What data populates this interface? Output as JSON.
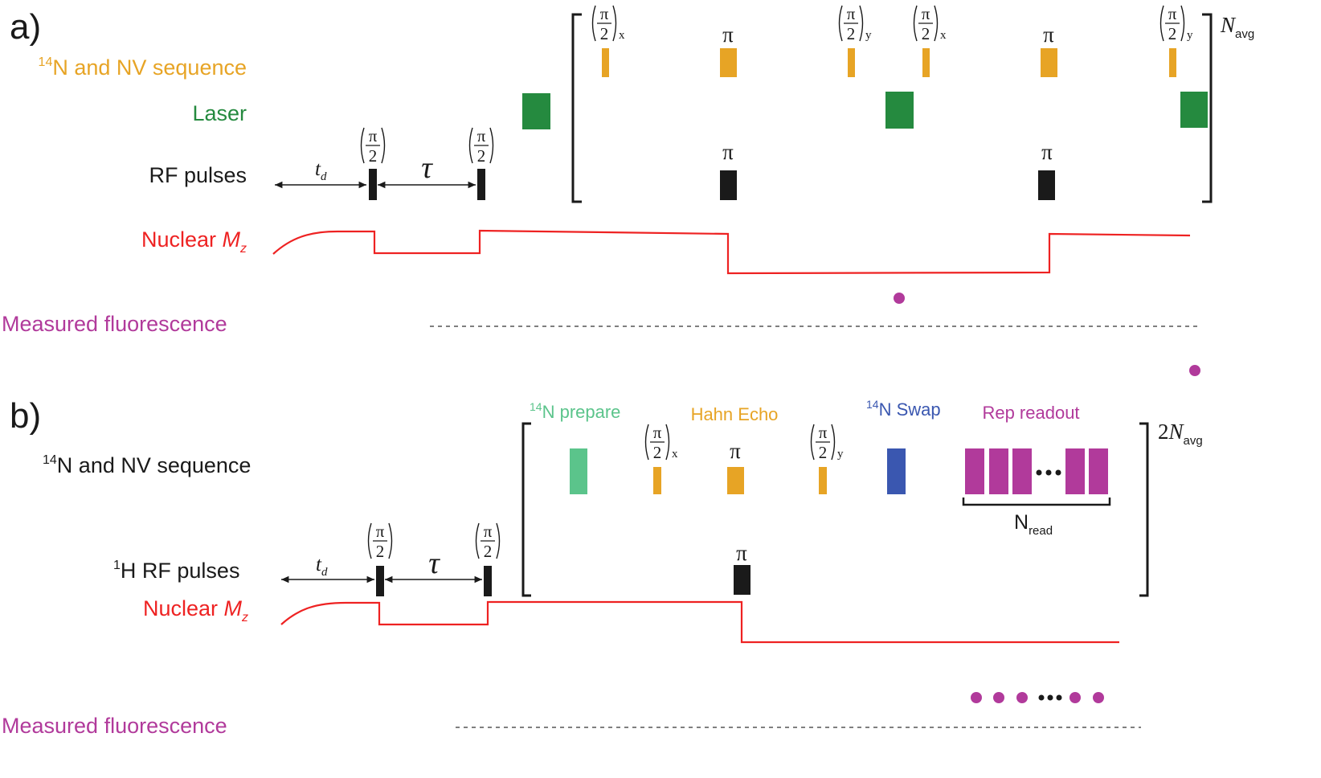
{
  "colors": {
    "orange": "#E7A425",
    "green": "#258A3F",
    "black": "#1a1a1a",
    "red": "#EE2222",
    "magenta": "#B13A9B",
    "light_green": "#5BC48B",
    "blue": "#3A57B0"
  },
  "panel_a": {
    "label": "a)",
    "row_nv": {
      "sup": "14",
      "text": "N and NV sequence"
    },
    "row_laser": "Laser",
    "row_rf": "RF pulses",
    "row_mz": {
      "text": "Nuclear ",
      "italic": "M",
      "sub": "z"
    },
    "row_fluor": "Measured fluorescence",
    "td": {
      "main": "t",
      "sub": "d"
    },
    "tau": "τ",
    "pi": "π",
    "half_pi": {
      "num": "π",
      "den": "2"
    },
    "phase_x": "x",
    "phase_y": "y",
    "repeat": {
      "main": "N",
      "sub": "avg"
    }
  },
  "panel_b": {
    "label": "b)",
    "row_nv": {
      "sup": "14",
      "text": "N and NV sequence"
    },
    "row_rf": {
      "sup": "1",
      "text": "H RF pulses"
    },
    "row_mz": {
      "text": "Nuclear ",
      "italic": "M",
      "sub": "z"
    },
    "row_fluor": "Measured fluorescence",
    "td": {
      "main": "t",
      "sub": "d"
    },
    "tau": "τ",
    "pi": "π",
    "half_pi": {
      "num": "π",
      "den": "2"
    },
    "phase_x": "x",
    "phase_y": "y",
    "header_prepare": {
      "sup": "14",
      "text": "N prepare"
    },
    "header_hahn": "Hahn Echo",
    "header_swap": {
      "sup": "14",
      "text": "N Swap"
    },
    "header_readout": "Rep readout",
    "nread": {
      "main": "N",
      "sub": "read"
    },
    "repeat": {
      "prefix": "2",
      "main": "N",
      "sub": "avg"
    }
  }
}
